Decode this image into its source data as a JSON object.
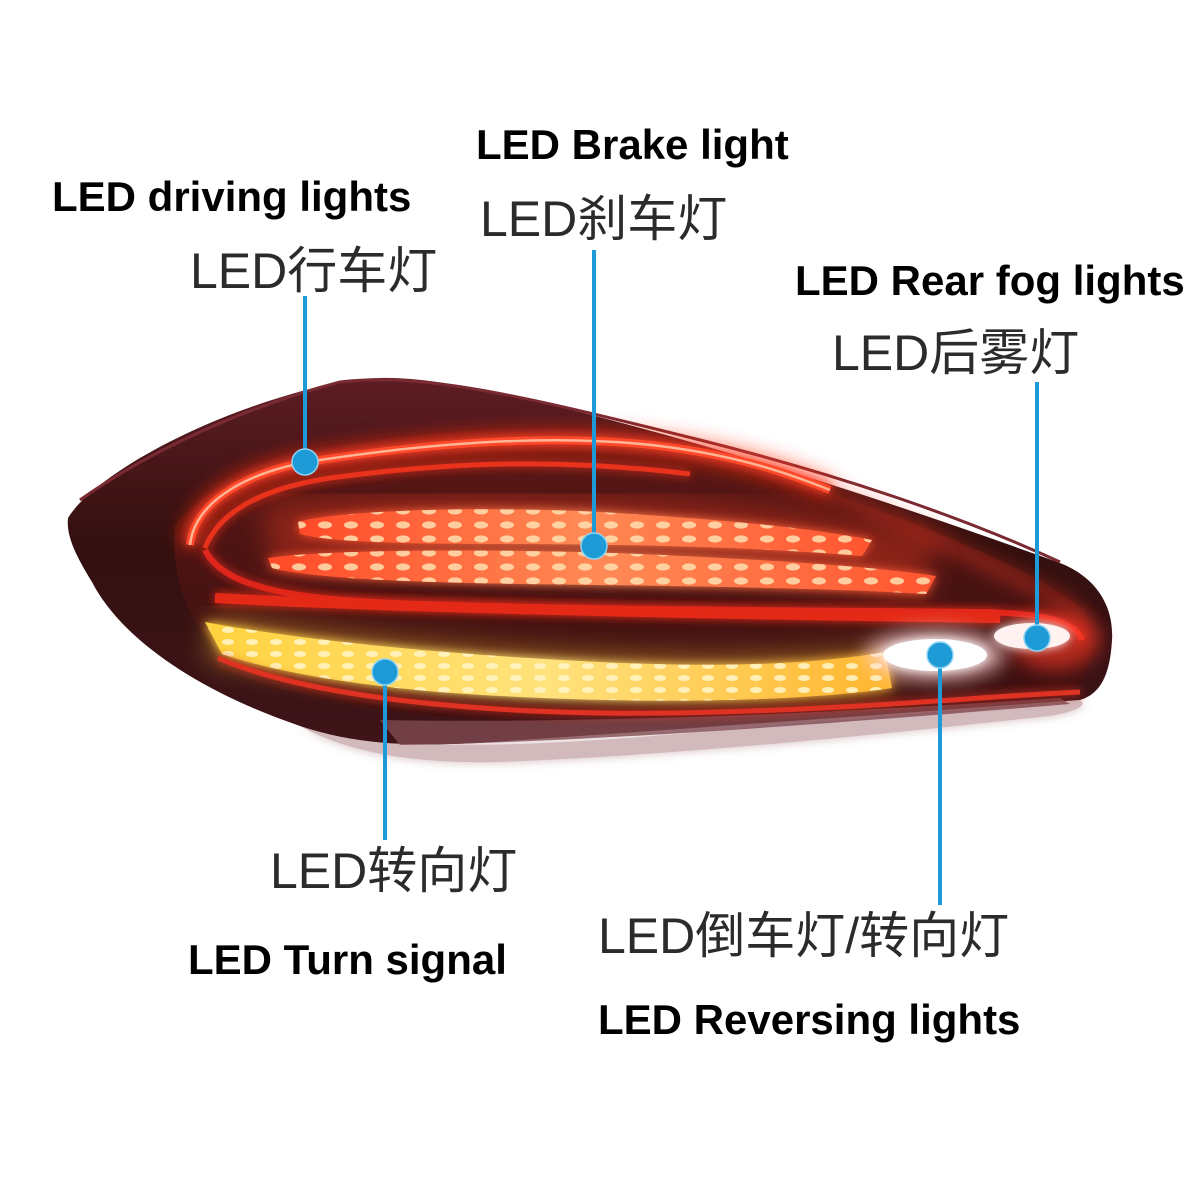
{
  "labels": {
    "brake": {
      "en": "LED Brake light",
      "cn": "LED刹车灯"
    },
    "driving": {
      "en": "LED driving lights",
      "cn": "LED行车灯"
    },
    "fog": {
      "en": "LED Rear fog lights",
      "cn": "LED后雾灯"
    },
    "turn": {
      "en": "LED Turn signal",
      "cn": "LED转向灯"
    },
    "reversing": {
      "en": "LED Reversing lights",
      "cn": "LED倒车灯/转向灯"
    }
  },
  "colors": {
    "callout": "#1e9bd7",
    "background": "#ffffff"
  }
}
